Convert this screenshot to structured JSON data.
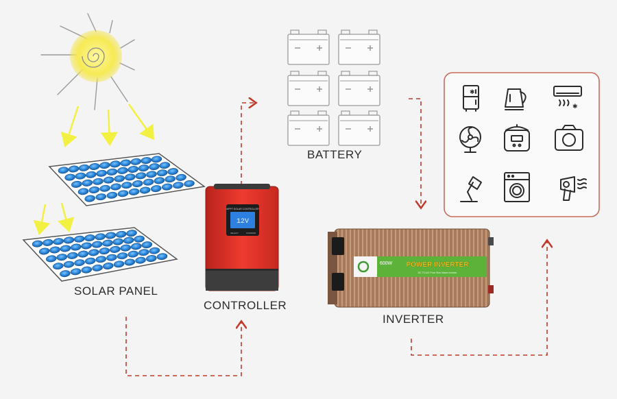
{
  "labels": {
    "solar_panel": "SOLAR PANEL",
    "controller": "CONTROLLER",
    "battery": "BATTERY",
    "inverter": "INVERTER"
  },
  "controller_device": {
    "header_text": "MPPT SOLAR CONTROLLER",
    "display_value": "12V",
    "button_left": "SELECT",
    "button_right": "CONFIRM"
  },
  "inverter_device": {
    "power_label": "600W",
    "title": "POWER INVERTER",
    "subtitle": "DC TO AC Pure Sine Wave Inverter"
  },
  "appliances": [
    "fridge-icon",
    "kettle-icon",
    "air-conditioner-icon",
    "fan-icon",
    "rice-cooker-icon",
    "camera-icon",
    "desk-lamp-icon",
    "washing-machine-icon",
    "hair-dryer-icon"
  ],
  "colors": {
    "arrow_red": "#c0392b",
    "sun_yellow": "#f5e651",
    "ray_yellow": "#f2f040",
    "panel_blue": "#2a86d8",
    "controller_red": "#e8342a",
    "inverter_bronze": "#a97c5e",
    "inverter_green": "#5db33a",
    "frame_red": "#c96a5e"
  }
}
